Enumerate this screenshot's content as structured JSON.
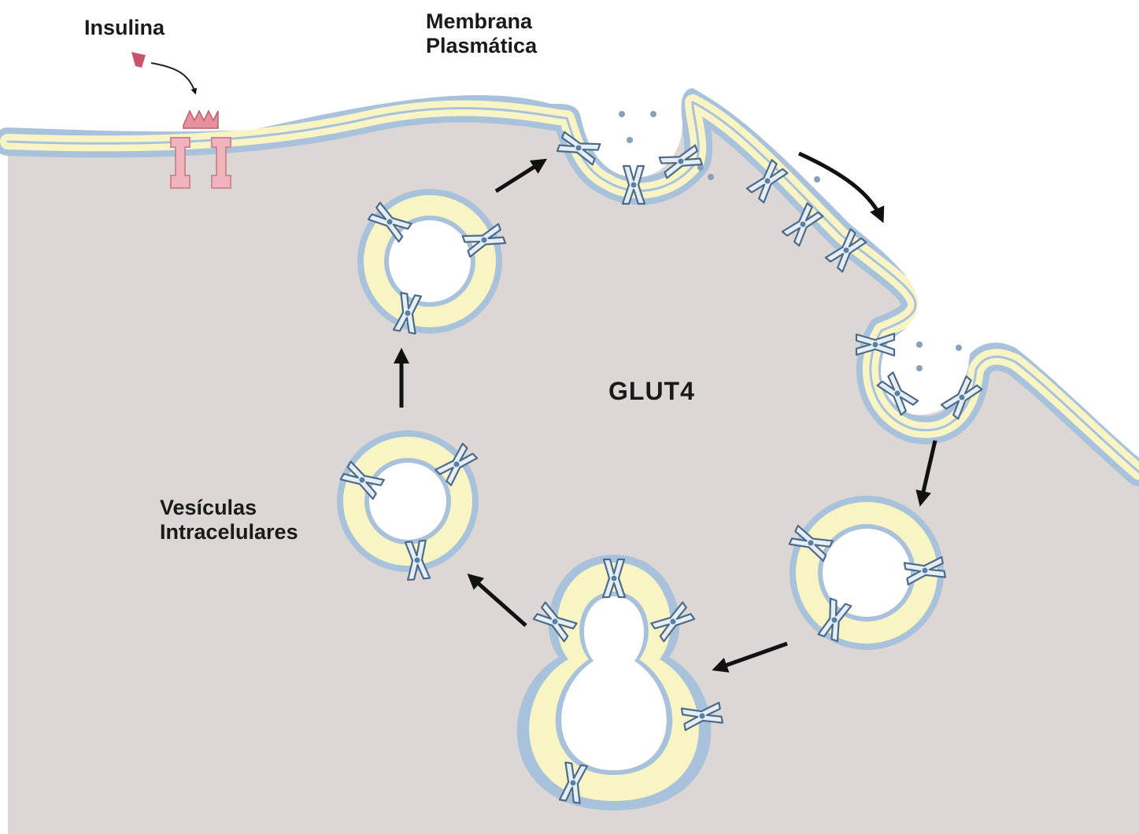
{
  "diagram": {
    "labels": {
      "insulin": "Insulina",
      "membrane_line1": "Membrana",
      "membrane_line2": "Plasmática",
      "glut4": "GLUT4",
      "vesicles_line1": "Vesículas",
      "vesicles_line2": "Intracelulares"
    },
    "colors": {
      "cytoplasm": "#dcd6d4",
      "membrane_outer": "#a9c2dc",
      "membrane_inner": "#f9f4c4",
      "vesicle_lumen": "#ffffff",
      "transporter_fill": "#e4eef6",
      "transporter_stroke": "#4e6a88",
      "receptor": "#f2b4bc",
      "insulin": "#c9546a",
      "arrow": "#111111",
      "glucose_dot": "#8aa0b8"
    }
  }
}
